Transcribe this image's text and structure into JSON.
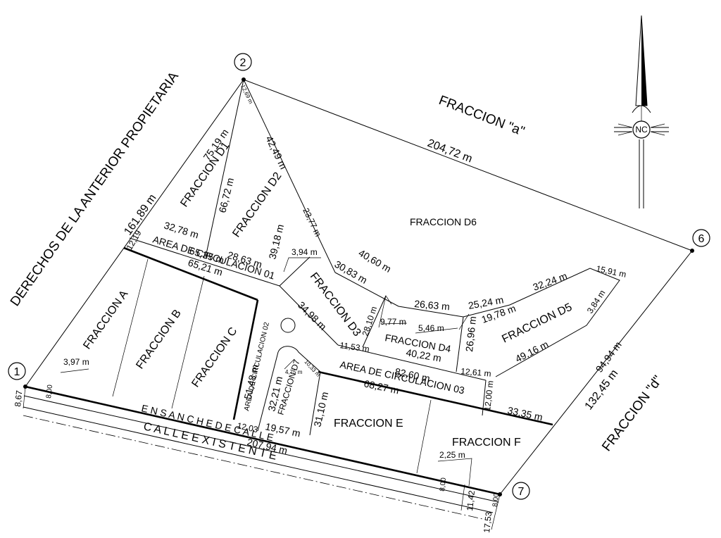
{
  "vertices": {
    "v1": "1",
    "v2": "2",
    "v6": "6",
    "v7": "7"
  },
  "neighbors": {
    "fraccion_a": "FRACCION  \"a\"",
    "fraccion_d": "FRACCION \"d\"",
    "derechos": "DERECHOS DE LA ANTERIOR PROPIETARIA"
  },
  "north_arrow": {
    "label": "NC"
  },
  "lots": {
    "d1": "FRACCION  D1",
    "d2": "FRACCION  D2",
    "d3": "FRACCION  D3",
    "d4": "FRACCION  D4",
    "d5": "FRACCION  D5",
    "d6": "FRACCION  D6",
    "d7": "FRACCION  D7",
    "a": "FRACCION  A",
    "b": "FRACCION  B",
    "c": "FRACCION  C",
    "e": "FRACCION  E",
    "f": "FRACCION  F"
  },
  "areas": {
    "circ01": "AREA DE CIRCULACION  01",
    "circ02": "AREA DE CIRCULACION  02",
    "circ03": "AREA DE CIRCULACION  03"
  },
  "streets": {
    "ensanche": "E N S A N C H E   D E   C A L L E",
    "calle": "C A L L E     E X I S T E N T E"
  },
  "dimensions": {
    "d204_72": "204,72 m",
    "d161_89": "161,89 m",
    "d132_45": "132,45 m",
    "d94_94": "94,94 m",
    "d207_94": "207,94 m",
    "d75_19": "75,19 m",
    "d66_72": "66,72 m",
    "d42_49": "42,49 m",
    "d12_69": "12,69 m",
    "d12_19": "12,19",
    "d32_78": "32,78 m",
    "d65_35": "65,35 m",
    "d65_21": "65,21 m",
    "d28_63": "28,63 m",
    "d39_18": "39,18 m",
    "d23_77": "23,77 m",
    "d3_94": "3,94 m",
    "d30_83": "30,83 m",
    "d40_60": "40,60 m",
    "d34_98": "34,98 m",
    "d28_10": "28,10 m",
    "d9_77": "9,77 m",
    "d26_63": "26,63 m",
    "d25_24": "25,24 m",
    "d32_24": "32,24 m",
    "d15_91": "15,91 m",
    "d19_78": "19,78 m",
    "d3_84": "3,84 m",
    "d5_46": "5,46 m",
    "d26_96": "26,96 m",
    "d11_53": "11,53 m",
    "d40_22": "40,22 m",
    "d12_61": "12,61 m",
    "d49_16": "49,16 m",
    "d82_60": "82,60 m",
    "d68_27": "68,27 m",
    "d12_00": "12,00 m",
    "d33_35": "33,35 m",
    "d51_48": "51,48 m",
    "d32_21": "32,21 m",
    "d4_75": "4,75 m",
    "d10_33": "10,33 m",
    "d31_10": "31,10 m",
    "d12_03": "12,03",
    "d19_57": "19,57 m",
    "d3_97": "3,97 m",
    "d2_25": "2,25 m",
    "d8_67": "8,67",
    "d8_00a": "8,00",
    "d8_00b": "8,00",
    "d8_00c": "8,00",
    "d11_42": "11,42",
    "d17_53": "17,53"
  }
}
